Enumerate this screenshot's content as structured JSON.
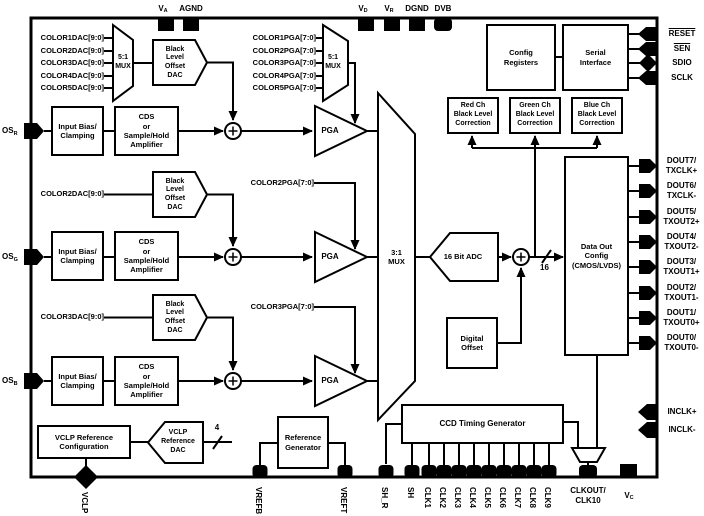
{
  "top_pins": {
    "va": {
      "b": "V",
      "s": "A"
    },
    "agnd": "AGND",
    "vd": {
      "b": "V",
      "s": "D"
    },
    "vr": {
      "b": "V",
      "s": "R"
    },
    "dgnd": "DGND",
    "dvb": "DVB"
  },
  "left_pins": {
    "osr": {
      "b": "OS",
      "s": "R"
    },
    "osg": {
      "b": "OS",
      "s": "G"
    },
    "osb": {
      "b": "OS",
      "s": "B"
    }
  },
  "serial_pins": [
    "RESET",
    "SEN",
    "SDIO",
    "SCLK"
  ],
  "dout_pins": [
    {
      "l1": "DOUT7/",
      "l2": "TXCLK+"
    },
    {
      "l1": "DOUT6/",
      "l2": "TXCLK-"
    },
    {
      "l1": "DOUT5/",
      "l2": "TXOUT2+"
    },
    {
      "l1": "DOUT4/",
      "l2": "TXOUT2-"
    },
    {
      "l1": "DOUT3/",
      "l2": "TXOUT1+"
    },
    {
      "l1": "DOUT2/",
      "l2": "TXOUT1-"
    },
    {
      "l1": "DOUT1/",
      "l2": "TXOUT0+"
    },
    {
      "l1": "DOUT0/",
      "l2": "TXOUT0-"
    }
  ],
  "inclk_pins": [
    "INCLK+",
    "INCLK-"
  ],
  "bottom_pins": {
    "vclp": "VCLP",
    "vrefb": "VREFB",
    "vreft": "VREFT",
    "shr": "SH_R",
    "sh": "SH",
    "clks": [
      "CLK1",
      "CLK2",
      "CLK3",
      "CLK4",
      "CLK5",
      "CLK6",
      "CLK7",
      "CLK8",
      "CLK9"
    ],
    "clkout": {
      "l1": "CLKOUT/",
      "l2": "CLK10"
    },
    "vc": {
      "b": "V",
      "s": "C"
    }
  },
  "blocks": {
    "input_bias": "Input Bias/\nClamping",
    "cds": "CDS\nor\nSample/Hold\nAmplifier",
    "blo_dac": "Black\nLevel\nOffset\nDAC",
    "mux51": "5:1\nMUX",
    "mux31": "3:1\nMUX",
    "pga": "PGA",
    "adc": "16 Bit ADC",
    "digital_offset": "Digital\nOffset",
    "data_out": "Data Out\nConfig\n(CMOS/LVDS)",
    "config_registers": "Config\nRegisters",
    "serial_interface": "Serial\nInterface",
    "red_corr": "Red Ch\nBlack Level\nCorrection",
    "green_corr": "Green Ch\nBlack Level\nCorrection",
    "blue_corr": "Blue Ch\nBlack Level\nCorrection",
    "ccd_timing": "CCD Timing Generator",
    "ref_gen": "Reference\nGenerator",
    "vclp_cfg": "VCLP Reference\nConfiguration",
    "vclp_dac": "VCLP\nReference\nDAC"
  },
  "signals": {
    "dac_bank": [
      "COLOR1DAC[9:0]",
      "COLOR2DAC[9:0]",
      "COLOR3DAC[9:0]",
      "COLOR4DAC[9:0]",
      "COLOR5DAC[9:0]"
    ],
    "pga_bank": [
      "COLOR1PGA[7:0]",
      "COLOR2PGA[7:0]",
      "COLOR3PGA[7:0]",
      "COLOR4PGA[7:0]",
      "COLOR5PGA[7:0]"
    ],
    "color2dac": "COLOR2DAC[9:0]",
    "color3dac": "COLOR3DAC[9:0]",
    "color2pga": "COLOR2PGA[7:0]",
    "color3pga": "COLOR3PGA[7:0]",
    "adc_bus_width": "16",
    "vclp_bus_width": "4"
  },
  "colors": {
    "ink": "#000000",
    "paper": "#ffffff"
  }
}
